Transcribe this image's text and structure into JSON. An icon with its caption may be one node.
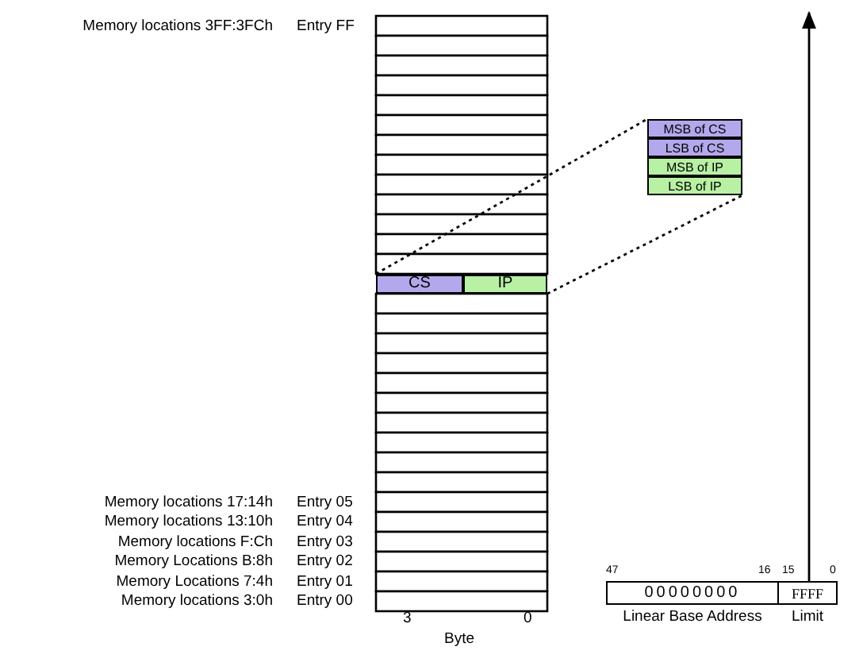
{
  "diagram": {
    "nodes": [
      {
        "text": [
          "CS"
        ]
      },
      {
        "text": [
          "IP"
        ]
      },
      {
        "text": [
          "MSB of CS"
        ]
      },
      {
        "text": [
          "LSB of CS"
        ]
      },
      {
        "text": [
          "MSB of IP"
        ]
      },
      {
        "text": [
          "LSB of IP"
        ]
      },
      {
        "text": [
          "00000000"
        ],
        "beside": [
          "Linear Base Address"
        ]
      },
      {
        "text": [
          "FFFF"
        ],
        "beside": [
          "Limit"
        ]
      }
    ],
    "edges": [
      {
        "from": 0,
        "to": 2,
        "arrow": "none",
        "style": "dashed"
      },
      {
        "from": 1,
        "to": 5,
        "arrow": "none",
        "style": "dashed"
      },
      {
        "from": 7,
        "to": null,
        "arrow": "to"
      }
    ],
    "labels": [
      "Memory locations 3FF:3FCh",
      "Entry FF",
      "Memory locations 17:14h",
      "Entry 05",
      "Memory locations 13:10h",
      "Entry 04",
      "Memory locations F:Ch",
      "Entry 03",
      "Memory Locations B:8h",
      "Entry 02",
      "47",
      "16",
      "15",
      "0",
      "Memory Locations 7:4h",
      "Entry 01",
      "Memory locations 3:0h",
      "Entry 00",
      "3",
      "0",
      "Byte"
    ]
  }
}
